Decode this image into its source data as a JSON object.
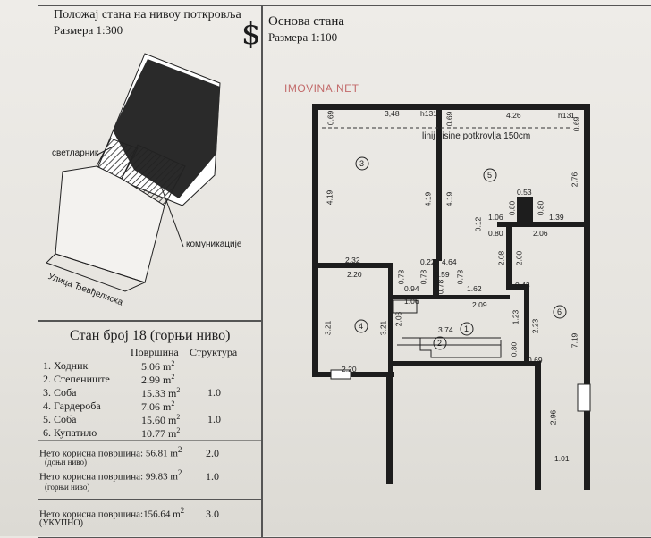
{
  "left_panel": {
    "title": "Положај стана на нивоу поткровља",
    "scale": "Размера 1:300",
    "labels": {
      "skylight": "светларник",
      "communication": "комуникације",
      "street": "Улица Ђевђелиска"
    }
  },
  "right_panel": {
    "title": "Основа стана",
    "scale": "Размера 1:100",
    "watermark": "IMOVINA.NET",
    "north_symbol": "$",
    "roof_line": "linij  visine potkrovlja 150cm",
    "dims": {
      "d348": "3,48",
      "dh131a": "h131",
      "d069a": "0.69",
      "d426": "4.26",
      "dh131b": "h131",
      "d069b": "0.69",
      "d069c": "0.69",
      "d419a": "4.19",
      "d419b": "4.19",
      "d276": "2.76",
      "d053": "0.53",
      "d080a": "0.80",
      "d080b": "0.80",
      "d012": "0.12",
      "d106a": "1.06",
      "d139": "1.39",
      "d080c": "0.80",
      "d206": "2.06",
      "d232": "2.32",
      "d022": "0.22",
      "d464": "4.64",
      "d208": "2.08",
      "d200": "2.00",
      "d220a": "2.20",
      "d078a": "0.78",
      "d078b": "0.78",
      "d078c": "0.78",
      "d059": "0.59",
      "d094": "0.94",
      "d162": "1.62",
      "d043": "0.43",
      "d106b": "1.06",
      "d209": "2.09",
      "d203": "2.03",
      "d321a": "3.21",
      "d321b": "3.21",
      "d374": "3.74",
      "d123": "1.23",
      "d223": "2.23",
      "d719": "7.19",
      "d080d": "0.80",
      "d069d": "0.69",
      "d220b": "2.20",
      "d296": "2.96",
      "d101": "1.01"
    },
    "rooms": [
      "1",
      "2",
      "3",
      "4",
      "5",
      "6"
    ]
  },
  "apartment": {
    "title": "Стан број 18 (горњи ниво)",
    "col_area": "Површина",
    "col_structure": "Структура",
    "rooms": [
      {
        "name": "1. Ходник",
        "area": "5.06 m",
        "sup": "2",
        "structure": ""
      },
      {
        "name": "2. Степениште",
        "area": "2.99 m",
        "sup": "2",
        "structure": ""
      },
      {
        "name": "3. Соба",
        "area": "15.33 m",
        "sup": "2",
        "structure": "1.0"
      },
      {
        "name": "4. Гардероба",
        "area": "7.06 m",
        "sup": "2",
        "structure": ""
      },
      {
        "name": "5. Соба",
        "area": "15.60 m",
        "sup": "2",
        "structure": "1.0"
      },
      {
        "name": "6. Купатило",
        "area": "10.77 m",
        "sup": "2",
        "structure": ""
      }
    ],
    "summary": [
      {
        "label": "Нето корисна површина: 56.81 m",
        "sup": "2",
        "note": "(доњи ниво)",
        "structure": "2.0"
      },
      {
        "label": "Нето корисна површина: 99.83 m",
        "sup": "2",
        "note": "(горњи ниво)",
        "structure": "1.0"
      },
      {
        "label": "Нето корисна површина:156.64 m",
        "sup": "2",
        "note": "(УКУПНО)",
        "structure": "3.0"
      }
    ]
  }
}
